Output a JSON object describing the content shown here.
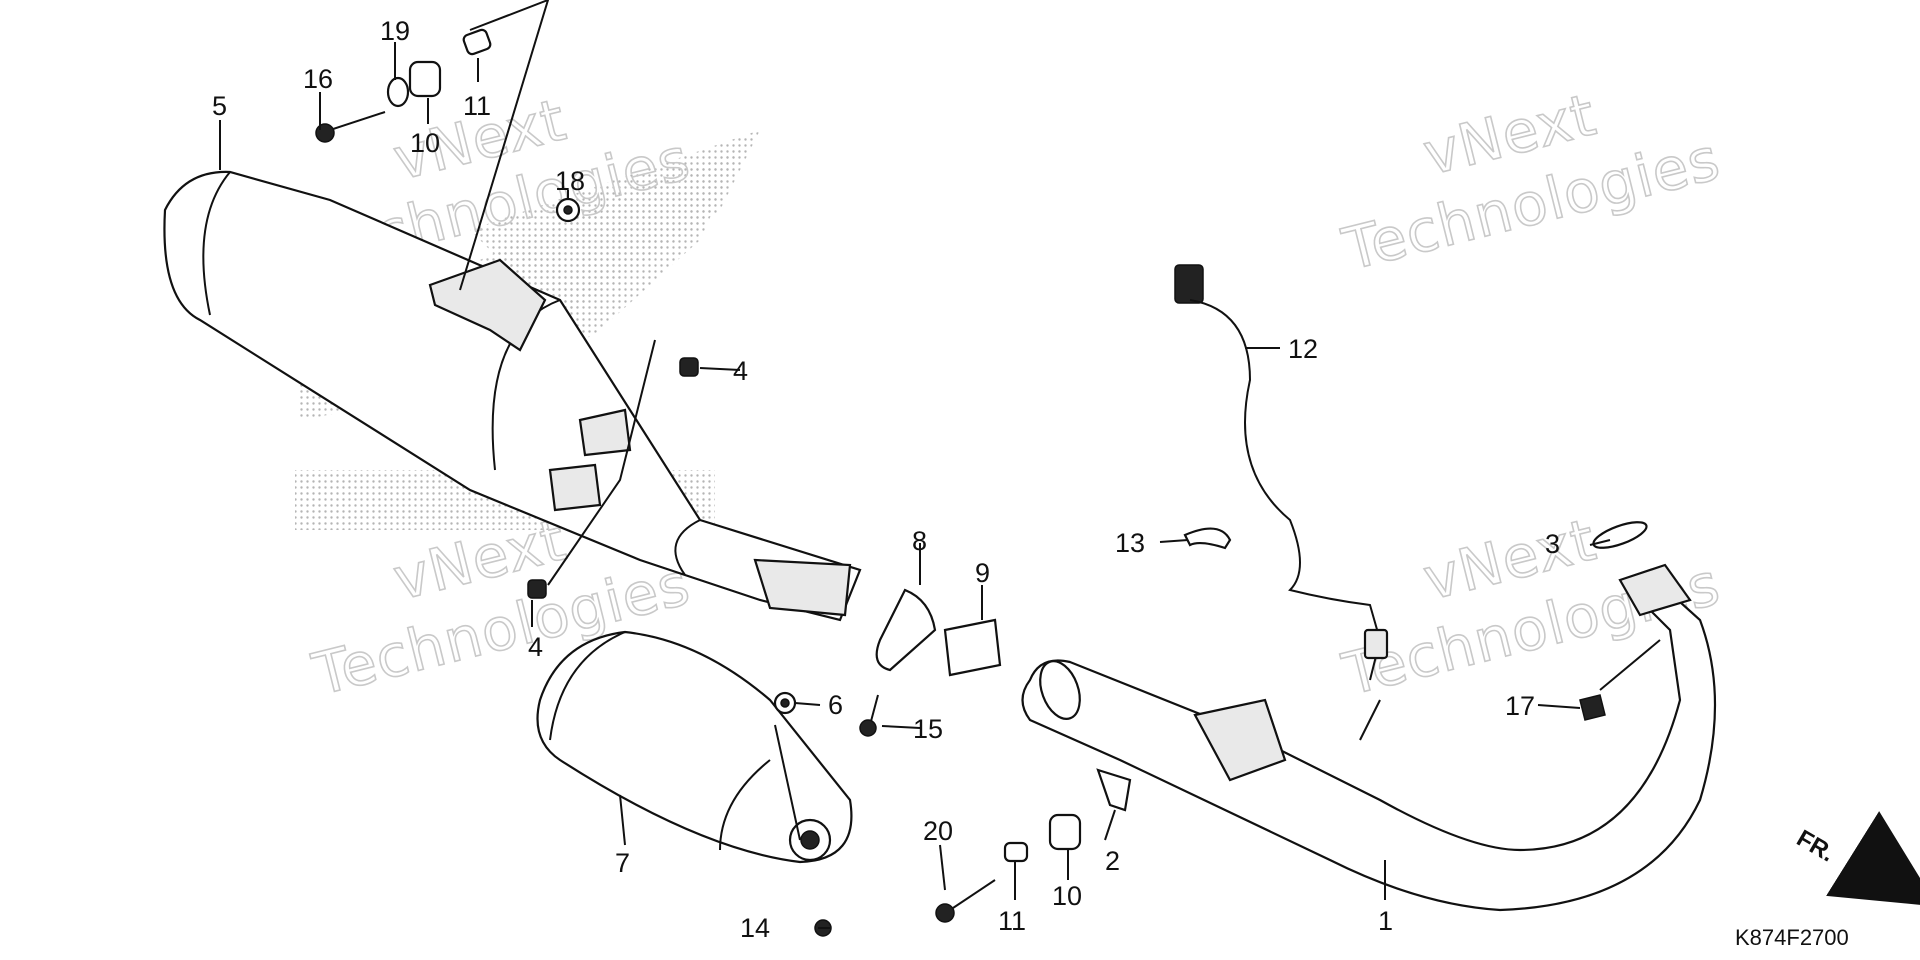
{
  "diagram": {
    "code": "K874F2700",
    "front_marker": "FR.",
    "watermark_lines": [
      "vNext",
      "Technologies"
    ],
    "callouts": [
      "1",
      "2",
      "3",
      "4",
      "4",
      "5",
      "6",
      "7",
      "8",
      "9",
      "10",
      "10",
      "11",
      "11",
      "12",
      "13",
      "14",
      "15",
      "16",
      "17",
      "18",
      "19",
      "20"
    ]
  },
  "colors": {
    "line": "#111111",
    "watermark": "#c9c9c9",
    "dots": "#b5b5b5"
  }
}
